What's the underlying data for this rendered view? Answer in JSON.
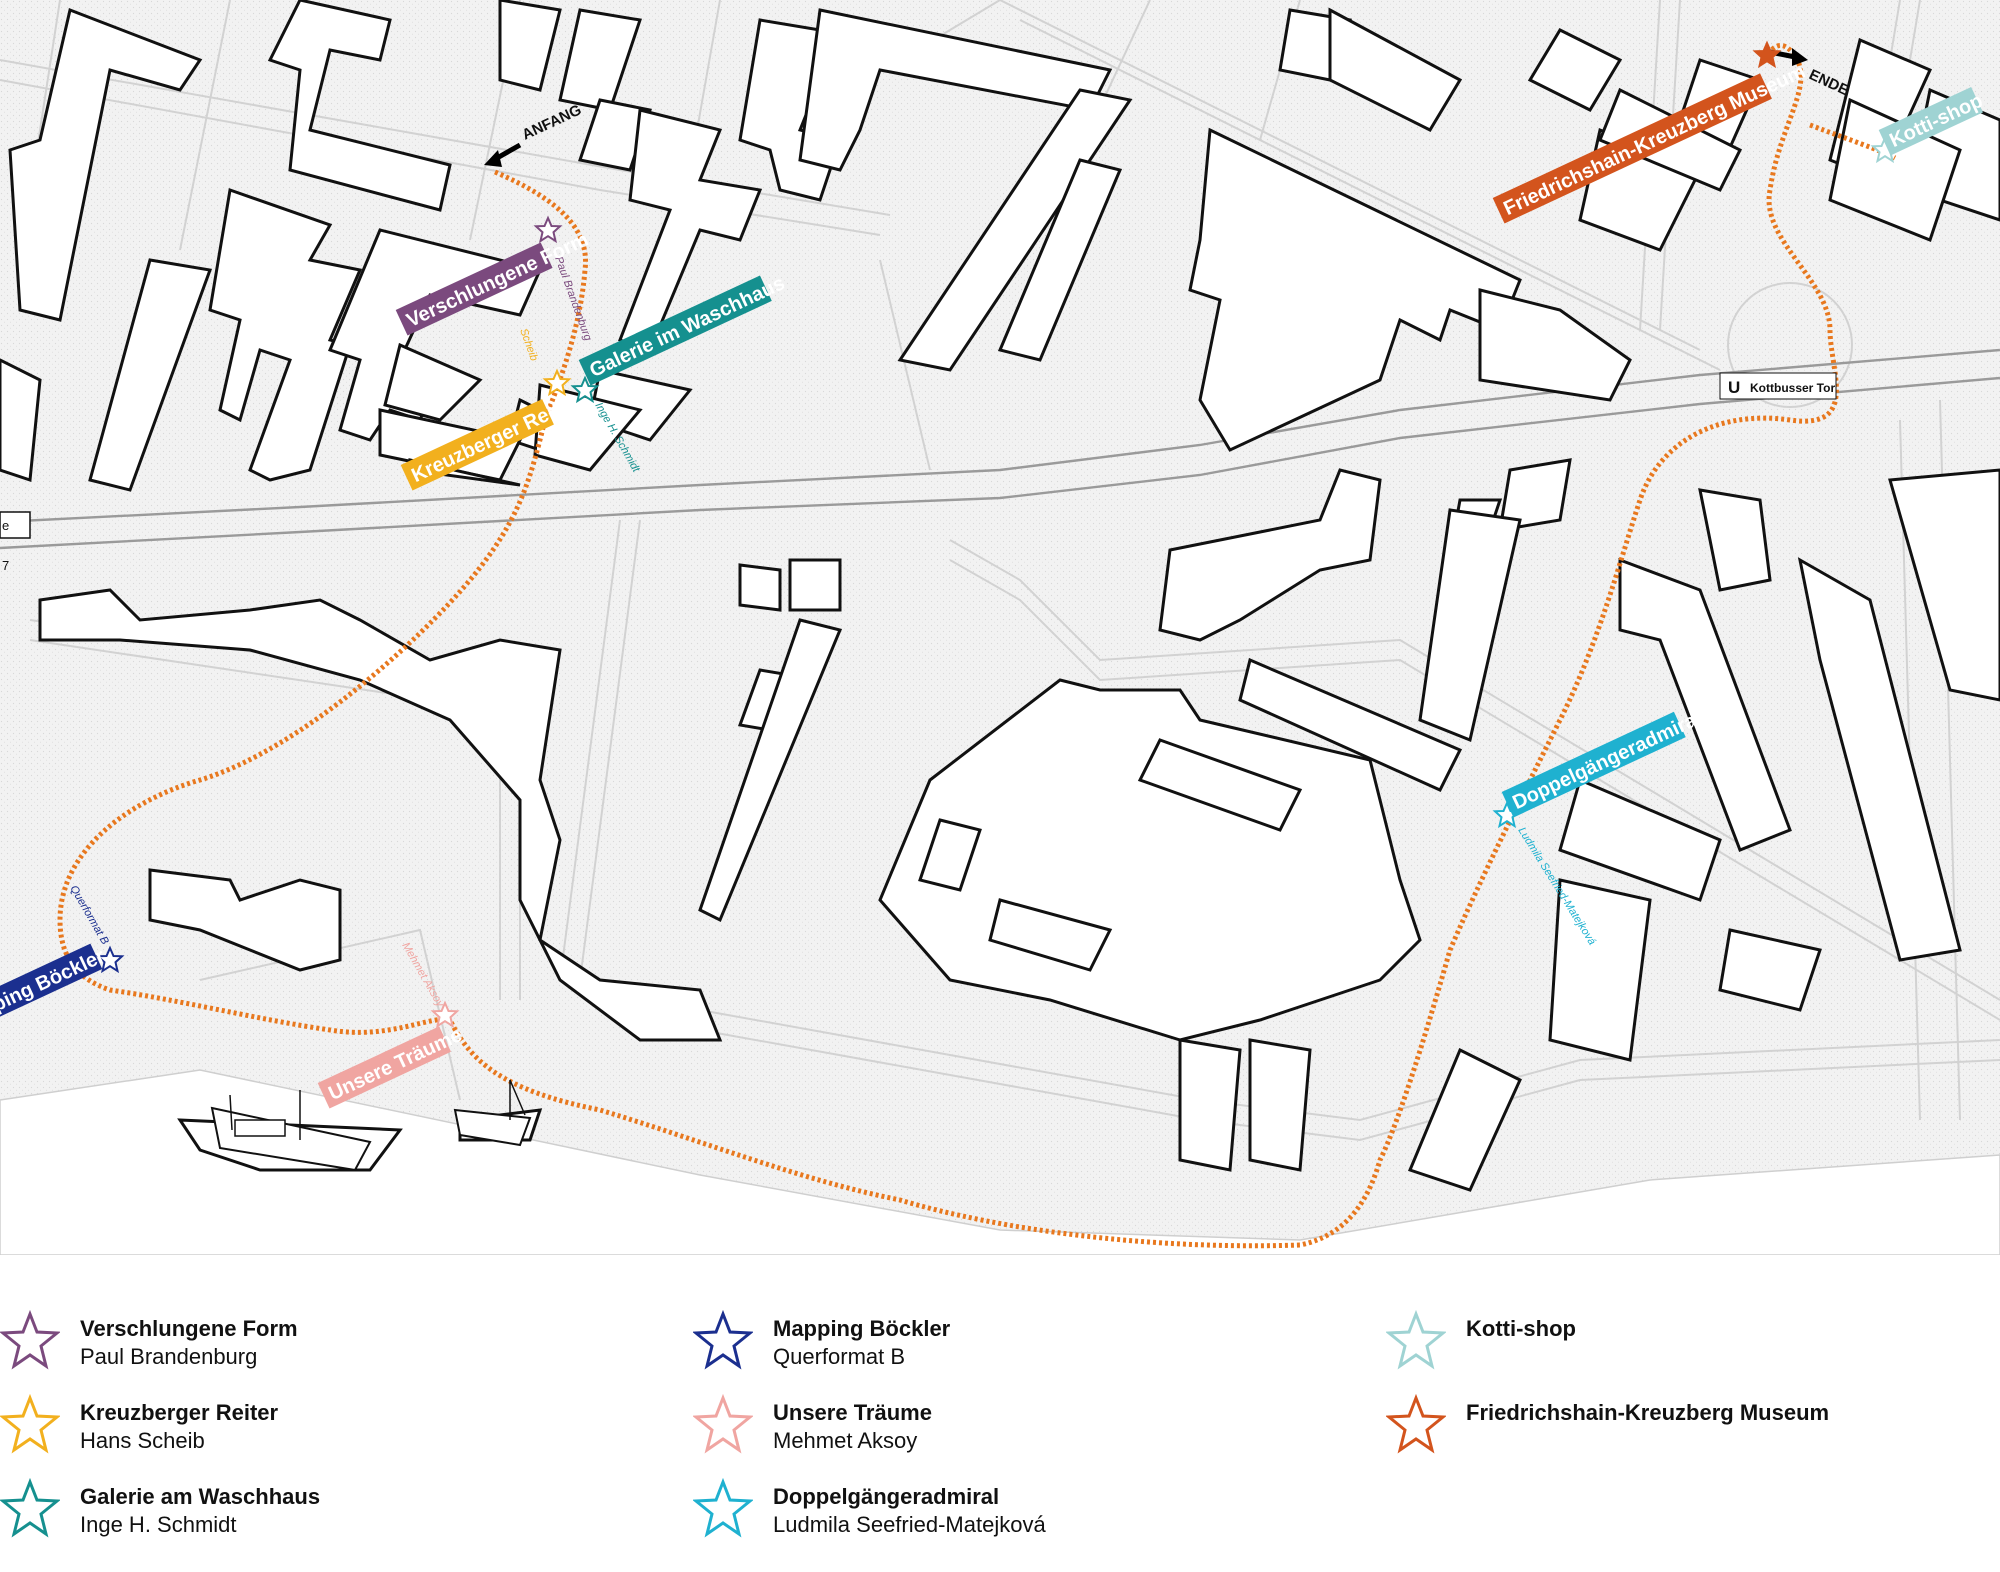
{
  "map": {
    "start_label": "ANFANG",
    "end_label": "ENDE",
    "station_marker": "U",
    "station_name": "Kottbusser Tor",
    "route_color": "#e8781e",
    "tags": [
      {
        "label": "Verschlungene Form",
        "color": "#7b4a7e"
      },
      {
        "label": "Galerie im Waschhaus",
        "color": "#15908f"
      },
      {
        "label": "Kreuzberger Reiter",
        "color": "#f2b01e"
      },
      {
        "label": "Friedrichshain-Kreuzberg Museum",
        "color": "#d3541d"
      },
      {
        "label": "Kotti-shop",
        "color": "#9fd3d3"
      },
      {
        "label": "Doppelgängeradmiral",
        "color": "#1fb1d0"
      },
      {
        "label": "ping Böckler",
        "color": "#1b2f8f"
      },
      {
        "label": "Unsere Träume",
        "color": "#f0a5a1"
      }
    ],
    "artist_notes": [
      {
        "text": "Paul Brandenburg",
        "color": "#7b4a7e"
      },
      {
        "text": "Scheib",
        "color": "#f2b01e"
      },
      {
        "text": "Inge H. Schmidt",
        "color": "#15908f"
      },
      {
        "text": "Ludmila Seefried-Matejková",
        "color": "#1fb1d0"
      },
      {
        "text": "Querformat B",
        "color": "#1b2f8f"
      },
      {
        "text": "Mehmet Aksoy",
        "color": "#f0a5a1"
      }
    ],
    "edge_labels": [
      "e",
      "7"
    ]
  },
  "legend": [
    {
      "title": "Verschlungene Form",
      "artist": "Paul Brandenburg",
      "color": "#7b4a7e",
      "icon": "star-outline-icon"
    },
    {
      "title": "Kreuzberger Reiter",
      "artist": "Hans Scheib",
      "color": "#f2b01e",
      "icon": "star-outline-icon"
    },
    {
      "title": "Galerie am Waschhaus",
      "artist": "Inge H. Schmidt",
      "color": "#15908f",
      "icon": "star-outline-icon"
    },
    {
      "title": "Mapping Böckler",
      "artist": "Querformat B",
      "color": "#1b2f8f",
      "icon": "star-outline-icon"
    },
    {
      "title": "Unsere Träume",
      "artist": "Mehmet Aksoy",
      "color": "#f0a5a1",
      "icon": "star-outline-icon"
    },
    {
      "title": "Doppelgängeradmiral",
      "artist": "Ludmila Seefried-Matejková",
      "color": "#1fb1d0",
      "icon": "star-outline-icon"
    },
    {
      "title": "Kotti-shop",
      "artist": "",
      "color": "#9fd3d3",
      "icon": "star-outline-icon"
    },
    {
      "title": "Friedrichshain-Kreuzberg Museum",
      "artist": "",
      "color": "#d3541d",
      "icon": "star-outline-icon"
    }
  ]
}
